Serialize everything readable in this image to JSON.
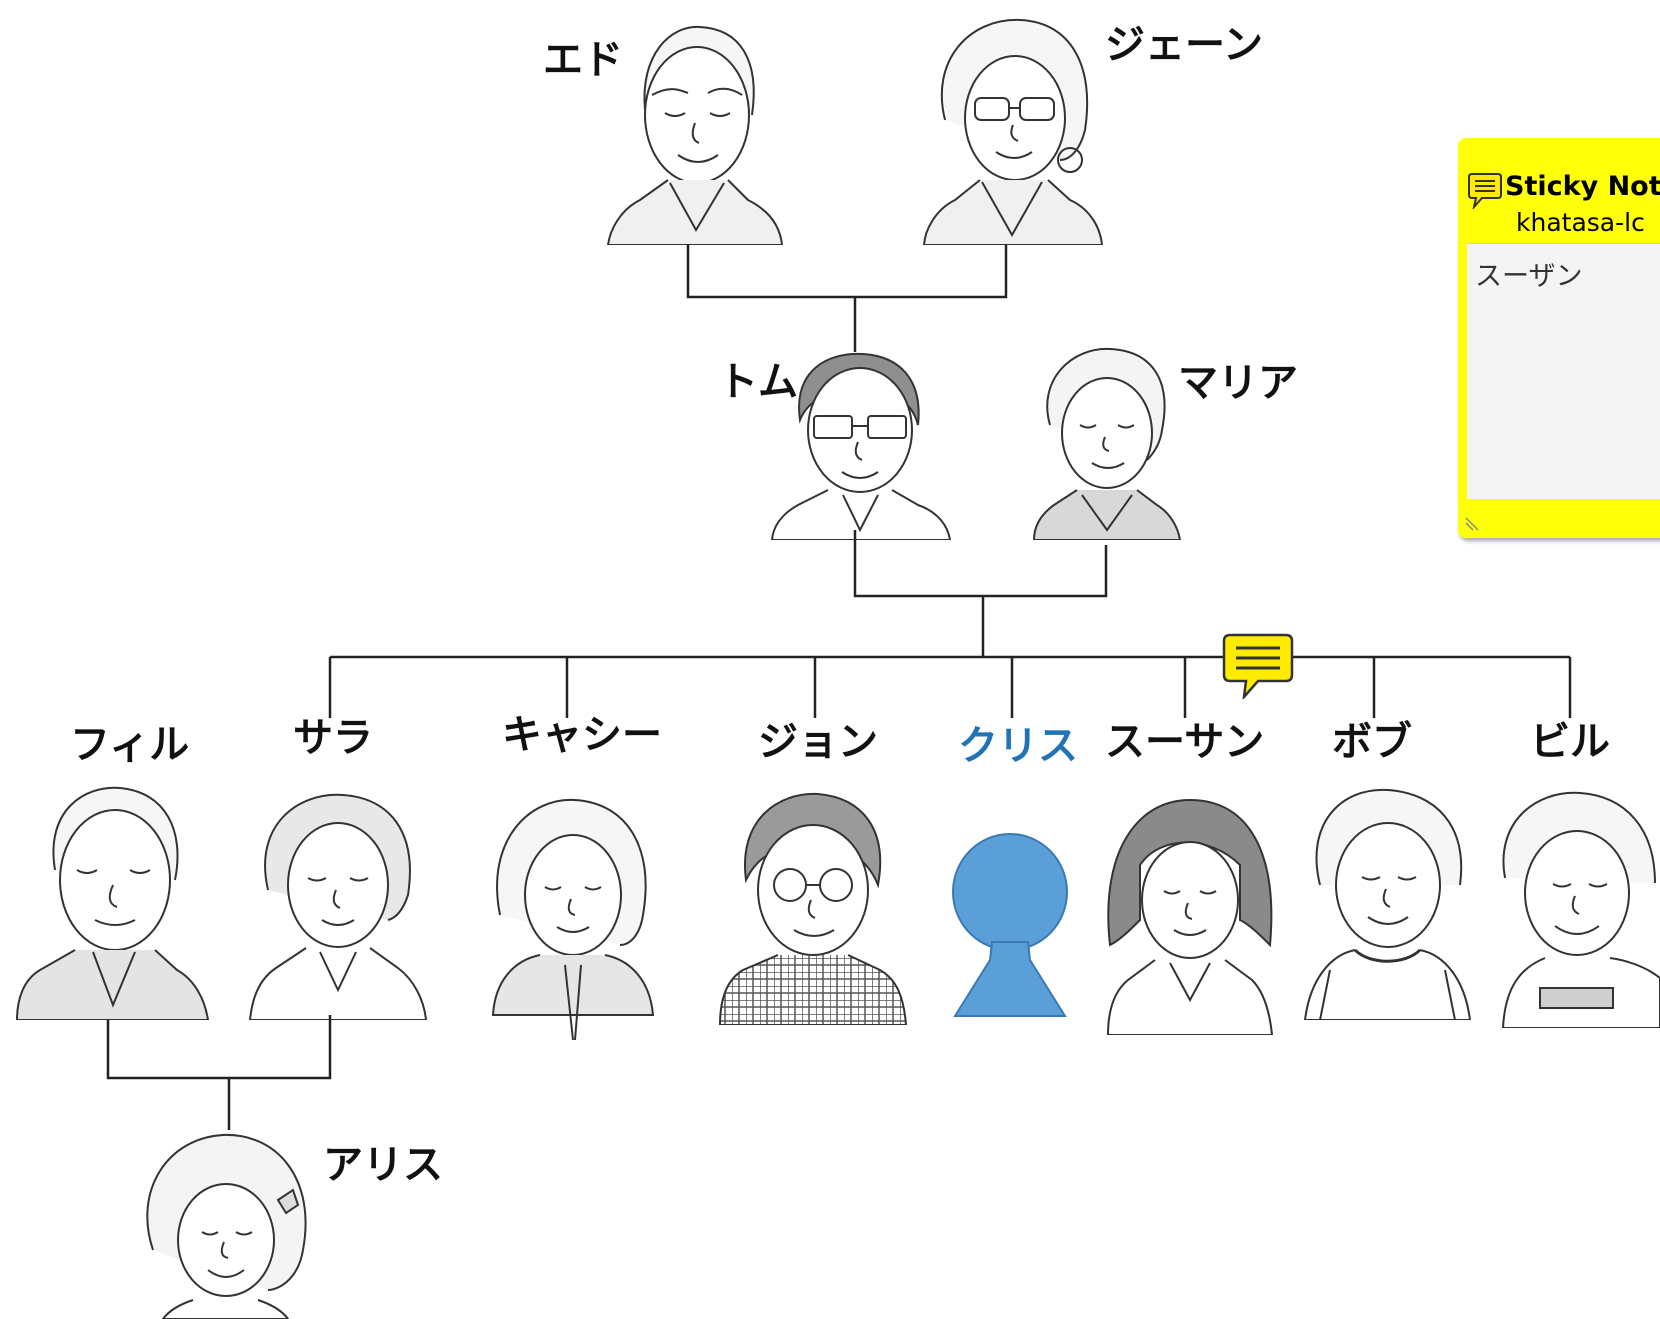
{
  "people": {
    "ed": {
      "name": "エド"
    },
    "jane": {
      "name": "ジェーン"
    },
    "tom": {
      "name": "トム"
    },
    "maria": {
      "name": "マリア"
    },
    "phil": {
      "name": "フィル"
    },
    "sara": {
      "name": "サラ"
    },
    "cathy": {
      "name": "キャシー"
    },
    "john": {
      "name": "ジョン"
    },
    "chris": {
      "name": "クリス"
    },
    "susan": {
      "name": "スーサン"
    },
    "bob": {
      "name": "ボブ"
    },
    "bill": {
      "name": "ビル"
    },
    "alice": {
      "name": "アリス"
    }
  },
  "highlight_color": "#1f73b7",
  "sticky_note": {
    "title": "Sticky Not",
    "author": "khatasa-lc",
    "text": "スーザン",
    "color": "#ffff0a",
    "icon": "speech-bubble-icon"
  },
  "note_marker": {
    "icon": "speech-bubble-icon",
    "color": "#ffeb00"
  }
}
